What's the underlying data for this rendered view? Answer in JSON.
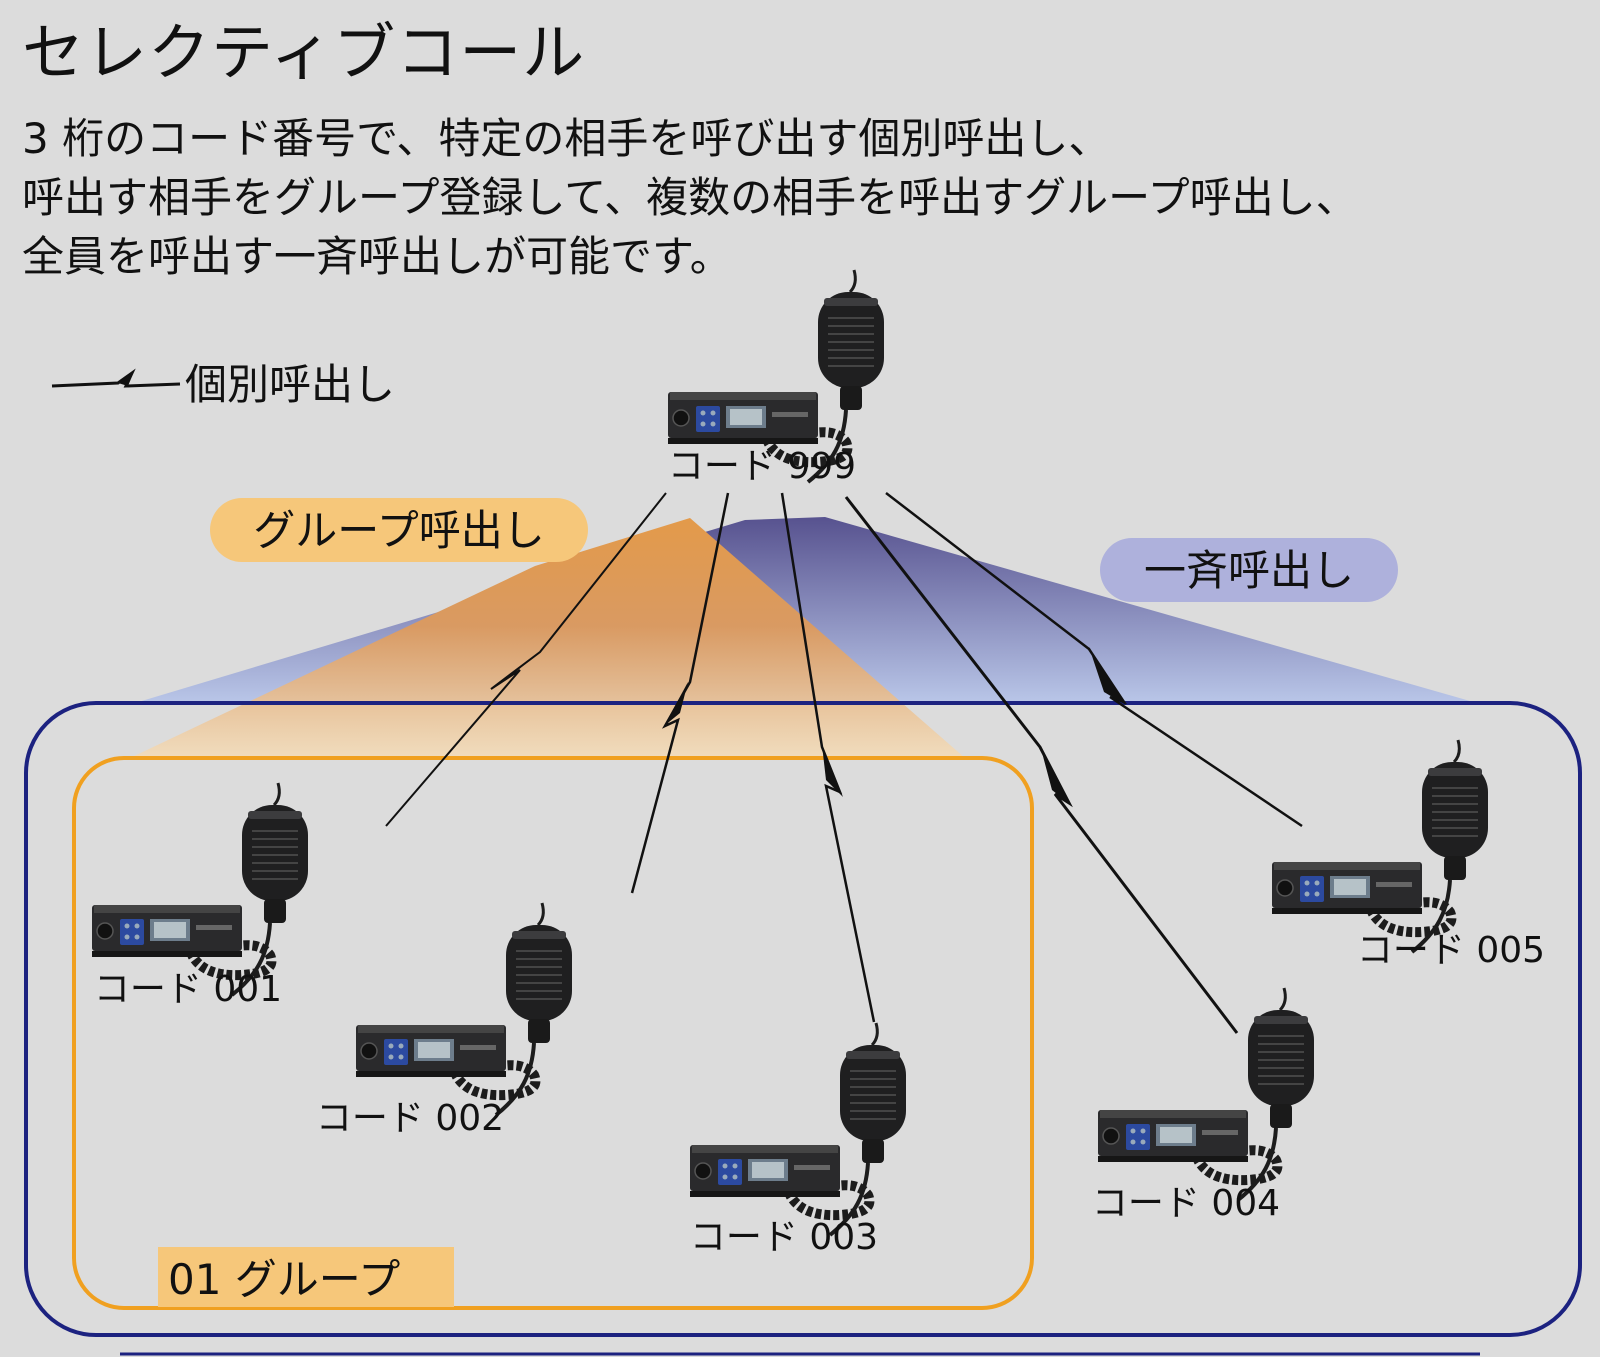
{
  "header": {
    "title": "セレクティブコール",
    "description": [
      "3 桁のコード番号で、特定の相手を呼び出す個別呼出し、",
      "呼出す相手をグループ登録して、複数の相手を呼出すグループ呼出し、",
      "全員を呼出す一斉呼出しが可能です。"
    ]
  },
  "legend": {
    "individual_label": "個別呼出し"
  },
  "call_types": {
    "group_label": "グループ呼出し",
    "all_label": "一斉呼出し"
  },
  "group_box": {
    "label": "01 グループ"
  },
  "stations": {
    "master": "コード 999",
    "s001": "コード 001",
    "s002": "コード 002",
    "s003": "コード 003",
    "s004": "コード 004",
    "s005": "コード 005"
  },
  "colors": {
    "background": "#dcdcdc",
    "all_frame": "#1c2280",
    "group_frame": "#f0a020",
    "group_fill": "#f6c77a",
    "all_fill": "#6c6aa8",
    "pill_group": "#f6c77a",
    "pill_all": "#aeb1dc"
  }
}
